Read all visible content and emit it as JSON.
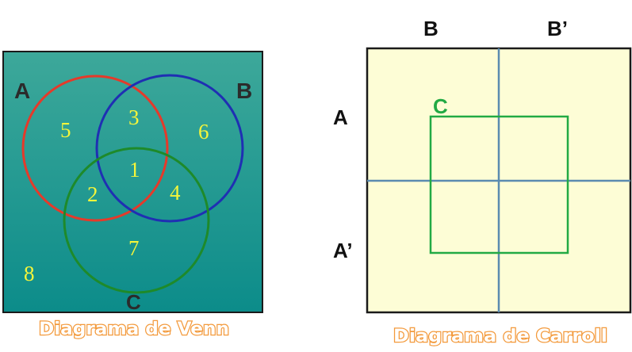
{
  "colors": {
    "venn_bg_top": "#3da89a",
    "venn_bg_bottom": "#0c8c8a",
    "circle_a": "#e53a2a",
    "circle_b": "#1f2fb3",
    "circle_c": "#1e8a2a",
    "region_number": "#f5f53a",
    "set_label": "#2b2b2b",
    "carroll_bg": "#fdfdd6",
    "carroll_axis": "#5b8bb0",
    "carroll_c": "#22aa44",
    "caption_fill": "#ffffff",
    "caption_stroke": "#f39a3c"
  },
  "venn": {
    "label_a": "A",
    "label_b": "B",
    "label_c": "C",
    "regions": [
      "5",
      "3",
      "6",
      "1",
      "2",
      "4",
      "7",
      "8"
    ],
    "caption": "Diagrama de Venn"
  },
  "carroll": {
    "col_b": "B",
    "col_b_prime": "B’",
    "row_a": "A",
    "row_a_prime": "A’",
    "label_c": "C",
    "caption": "Diagrama de Carroll"
  }
}
